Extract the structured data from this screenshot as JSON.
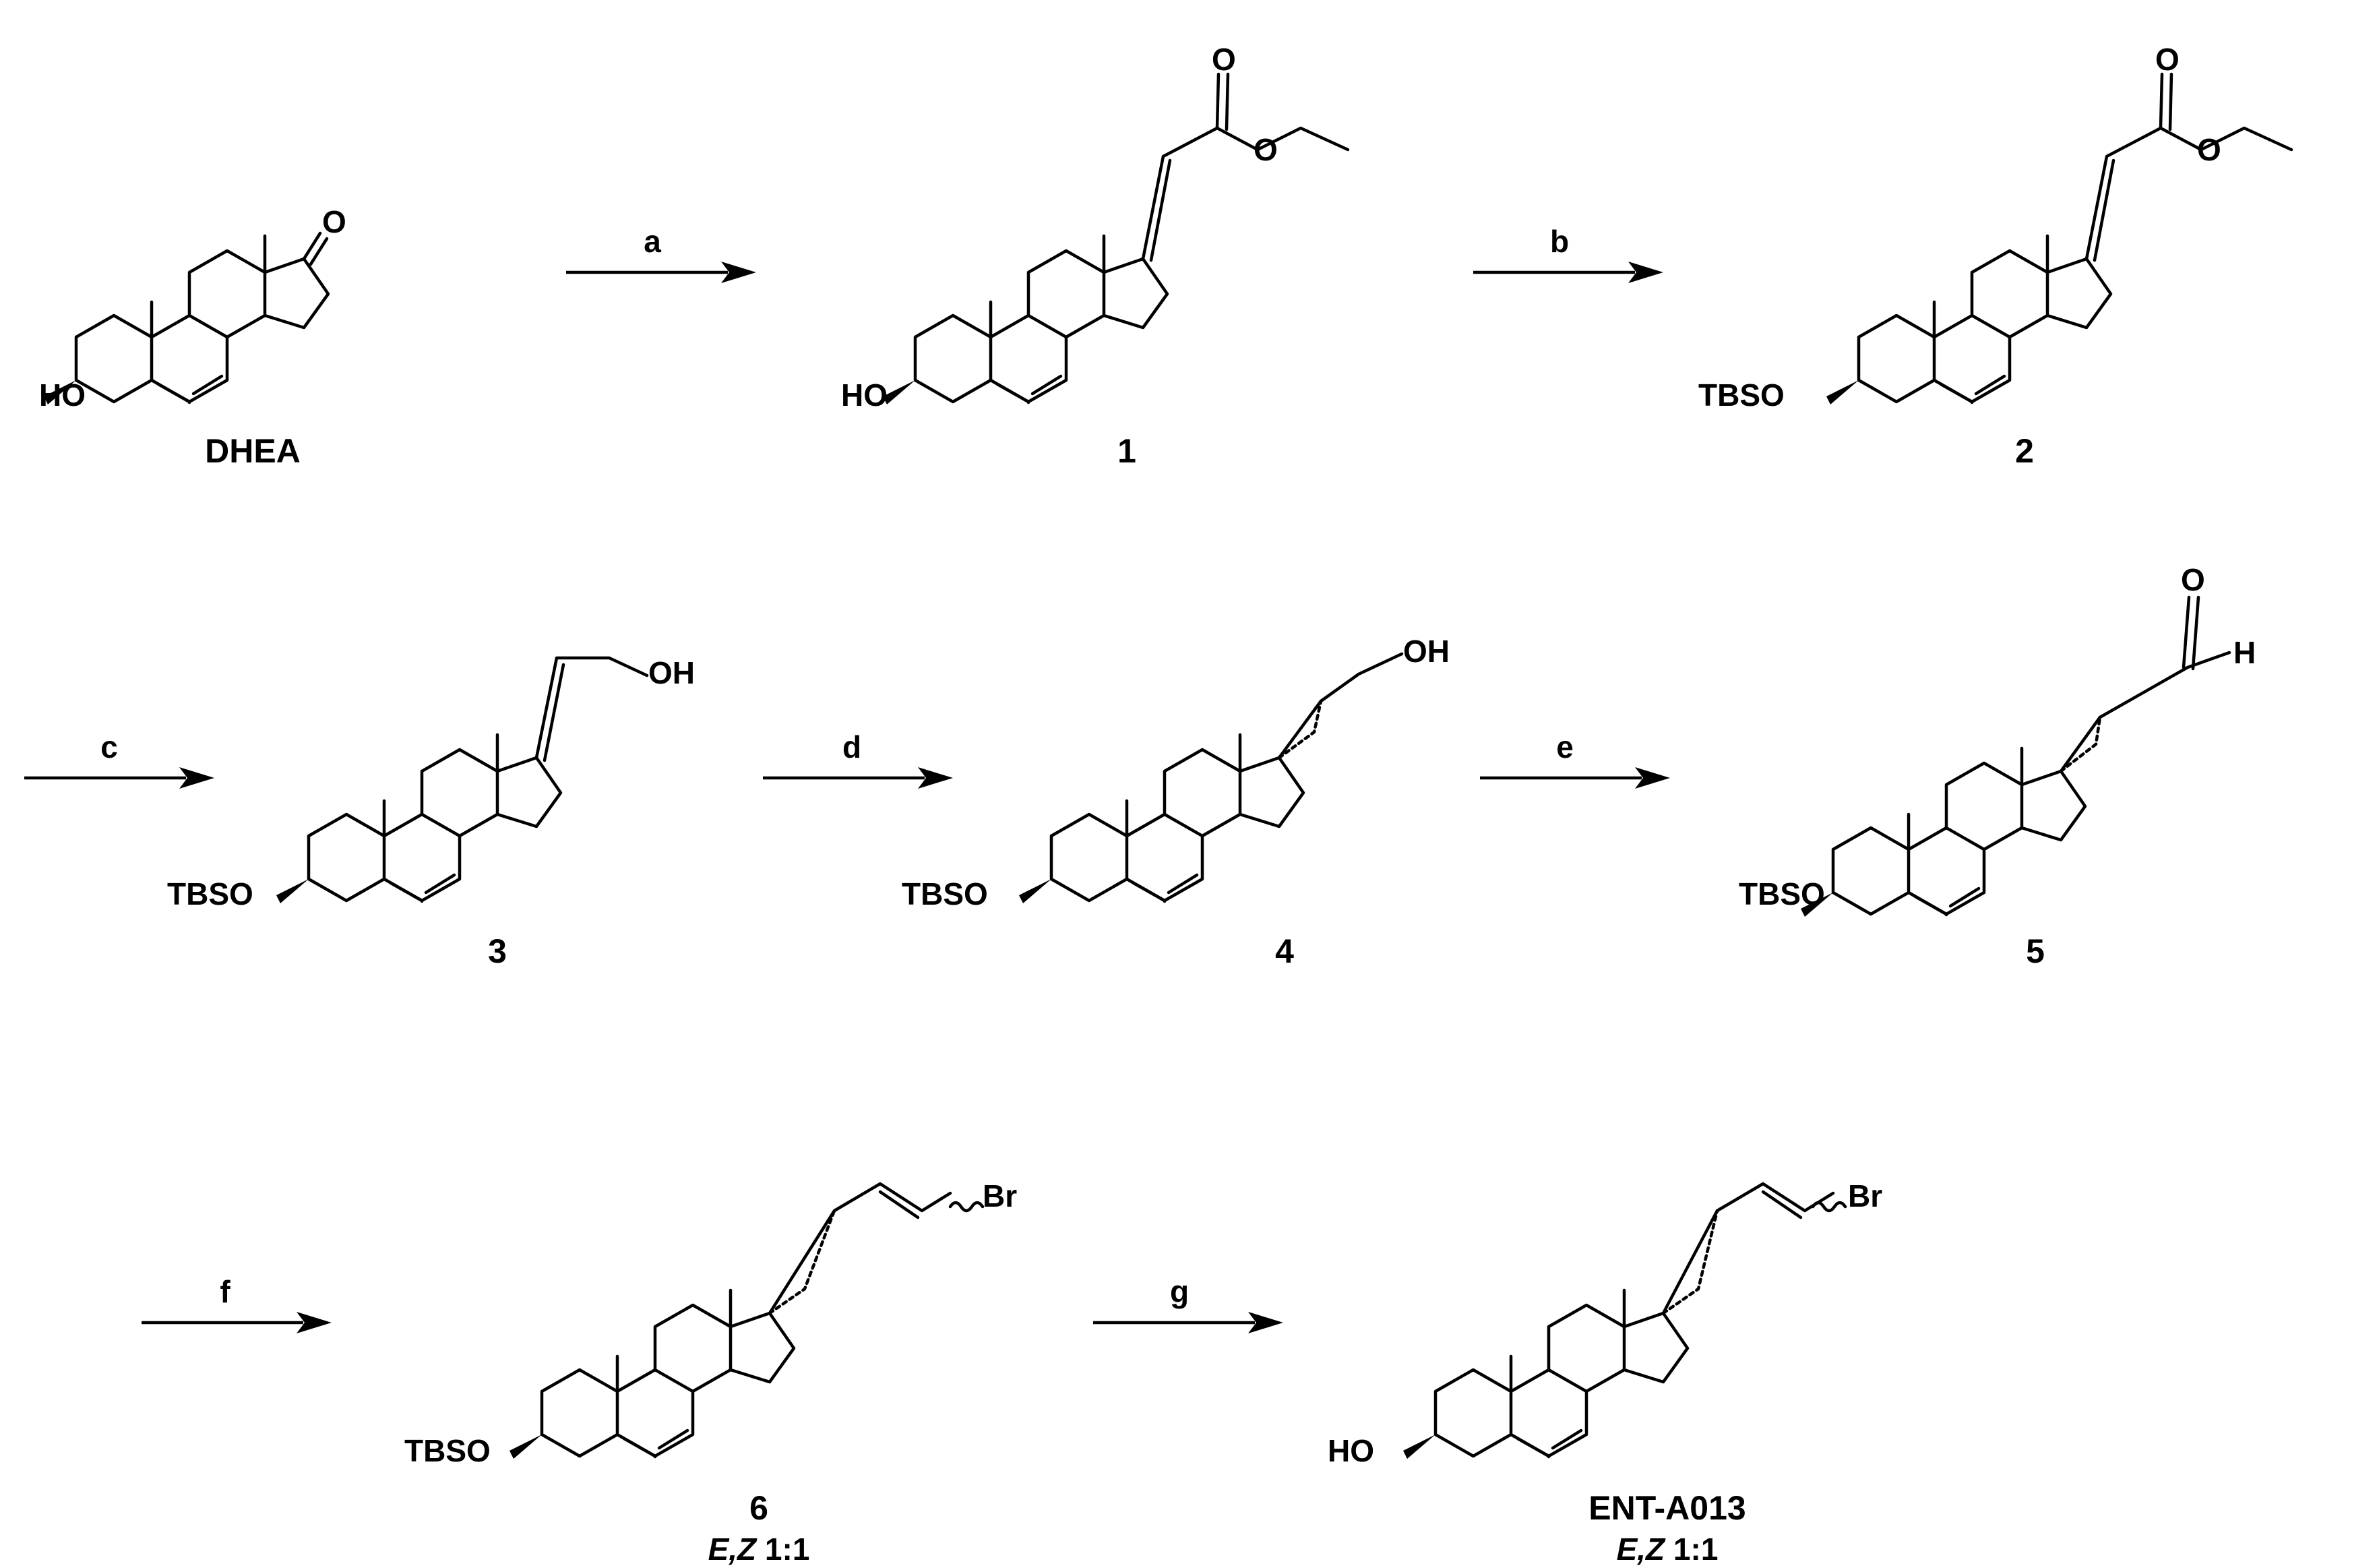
{
  "compounds": [
    {
      "label": "DHEA",
      "ratio": "",
      "c3": "HO",
      "side": "ketone"
    },
    {
      "label": "1",
      "ratio": "",
      "c3": "HO",
      "side": "ester"
    },
    {
      "label": "2",
      "ratio": "",
      "c3": "TBSO",
      "side": "ester"
    },
    {
      "label": "3",
      "ratio": "",
      "c3": "TBSO",
      "side": "allylOH"
    },
    {
      "label": "4",
      "ratio": "",
      "c3": "TBSO",
      "side": "cpOH"
    },
    {
      "label": "5",
      "ratio": "",
      "c3": "TBSO",
      "side": "cpCHO"
    },
    {
      "label": "6",
      "ratio_em": "E,Z",
      "ratio_rest": " 1:1",
      "c3": "TBSO",
      "side": "cpBr"
    },
    {
      "label": "ENT-A013",
      "ratio_em": "E,Z",
      "ratio_rest": " 1:1",
      "c3": "HO",
      "side": "cpBr"
    }
  ],
  "arrows": [
    {
      "label": "a"
    },
    {
      "label": "b"
    },
    {
      "label": "c"
    },
    {
      "label": "d"
    },
    {
      "label": "e"
    },
    {
      "label": "f"
    },
    {
      "label": "g"
    }
  ],
  "atoms": {
    "O": "O",
    "OH": "OH",
    "H": "H",
    "Br": "Br"
  }
}
